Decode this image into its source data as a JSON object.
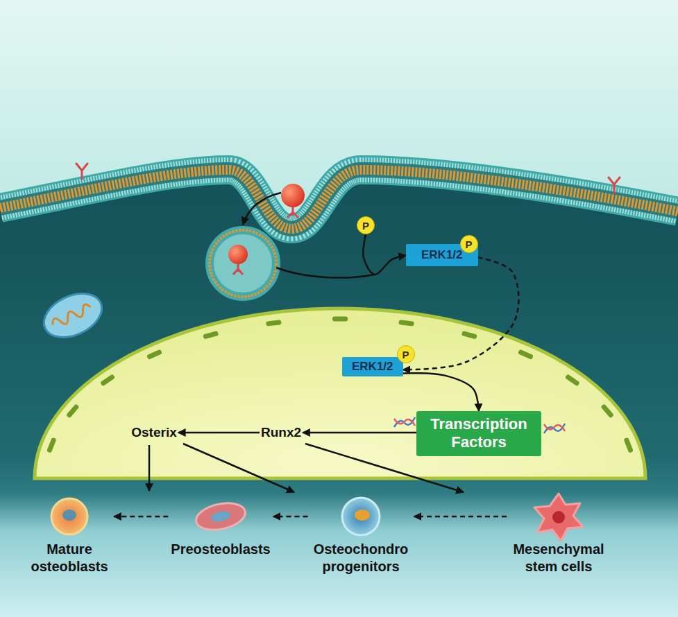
{
  "diagram": {
    "nodes": [
      {
        "text": [
          "P"
        ]
      },
      {
        "text": [
          "ERK1/2"
        ]
      },
      {
        "text": [
          "P"
        ]
      },
      {
        "text": [
          "ERK1/2"
        ]
      },
      {
        "text": [
          "P"
        ]
      },
      {
        "text": [
          "Transcription Factors"
        ]
      },
      {
        "text": [
          "Runx2"
        ]
      },
      {
        "text": [
          "Osterix"
        ]
      },
      {
        "text": [
          "Mesenchymal stem cells"
        ]
      },
      {
        "text": [
          "Osteochondro progenitors"
        ]
      },
      {
        "text": [
          "Preosteoblasts"
        ]
      },
      {
        "text": [
          "Mature osteoblasts"
        ]
      }
    ],
    "edges": [
      {
        "from": 0,
        "to": 1,
        "arrow": "to"
      },
      {
        "from": 1,
        "to": 3,
        "arrow": "to"
      },
      {
        "from": 3,
        "to": 5,
        "arrow": "to"
      },
      {
        "from": 5,
        "to": 6,
        "arrow": "to"
      },
      {
        "from": 6,
        "to": 7,
        "arrow": "to"
      },
      {
        "from": 8,
        "to": 9,
        "arrow": "to"
      },
      {
        "from": 9,
        "to": 10,
        "arrow": "to"
      },
      {
        "from": 10,
        "to": 11,
        "arrow": "to"
      }
    ]
  }
}
